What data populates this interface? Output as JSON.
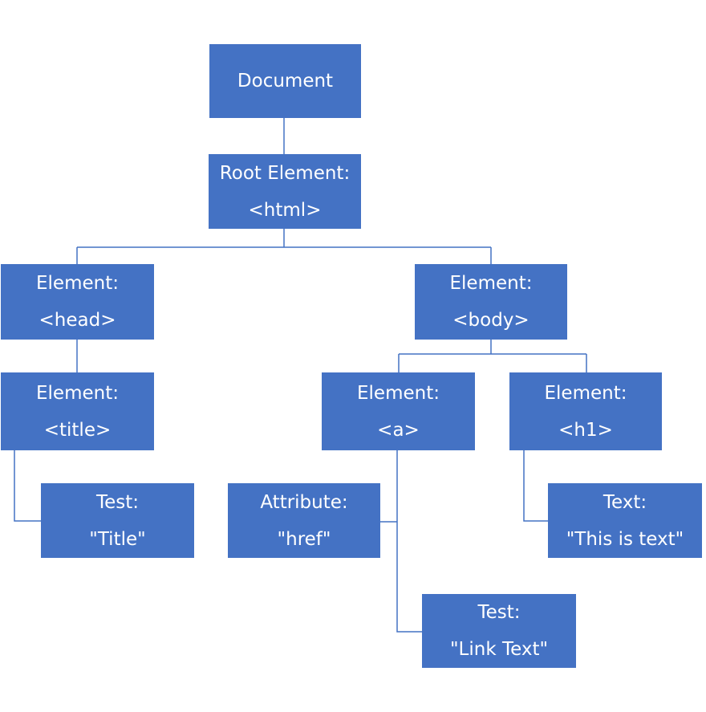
{
  "diagram": {
    "node_color": "#4472c4",
    "connector_color": "#4472c4",
    "text_color": "#ffffff",
    "nodes": {
      "document": {
        "line1": "Document"
      },
      "root": {
        "line1": "Root Element:",
        "line2": "<html>"
      },
      "head": {
        "line1": "Element:",
        "line2": "<head>"
      },
      "body": {
        "line1": "Element:",
        "line2": "<body>"
      },
      "title": {
        "line1": "Element:",
        "line2": "<title>"
      },
      "a": {
        "line1": "Element:",
        "line2": "<a>"
      },
      "h1": {
        "line1": "Element:",
        "line2": "<h1>"
      },
      "title_text": {
        "line1": "Test:",
        "line2": "\"Title\""
      },
      "href": {
        "line1": "Attribute:",
        "line2": "\"href\""
      },
      "h1_text": {
        "line1": "Text:",
        "line2": "\"This is text\""
      },
      "link_text": {
        "line1": "Test:",
        "line2": "\"Link Text\""
      }
    }
  }
}
